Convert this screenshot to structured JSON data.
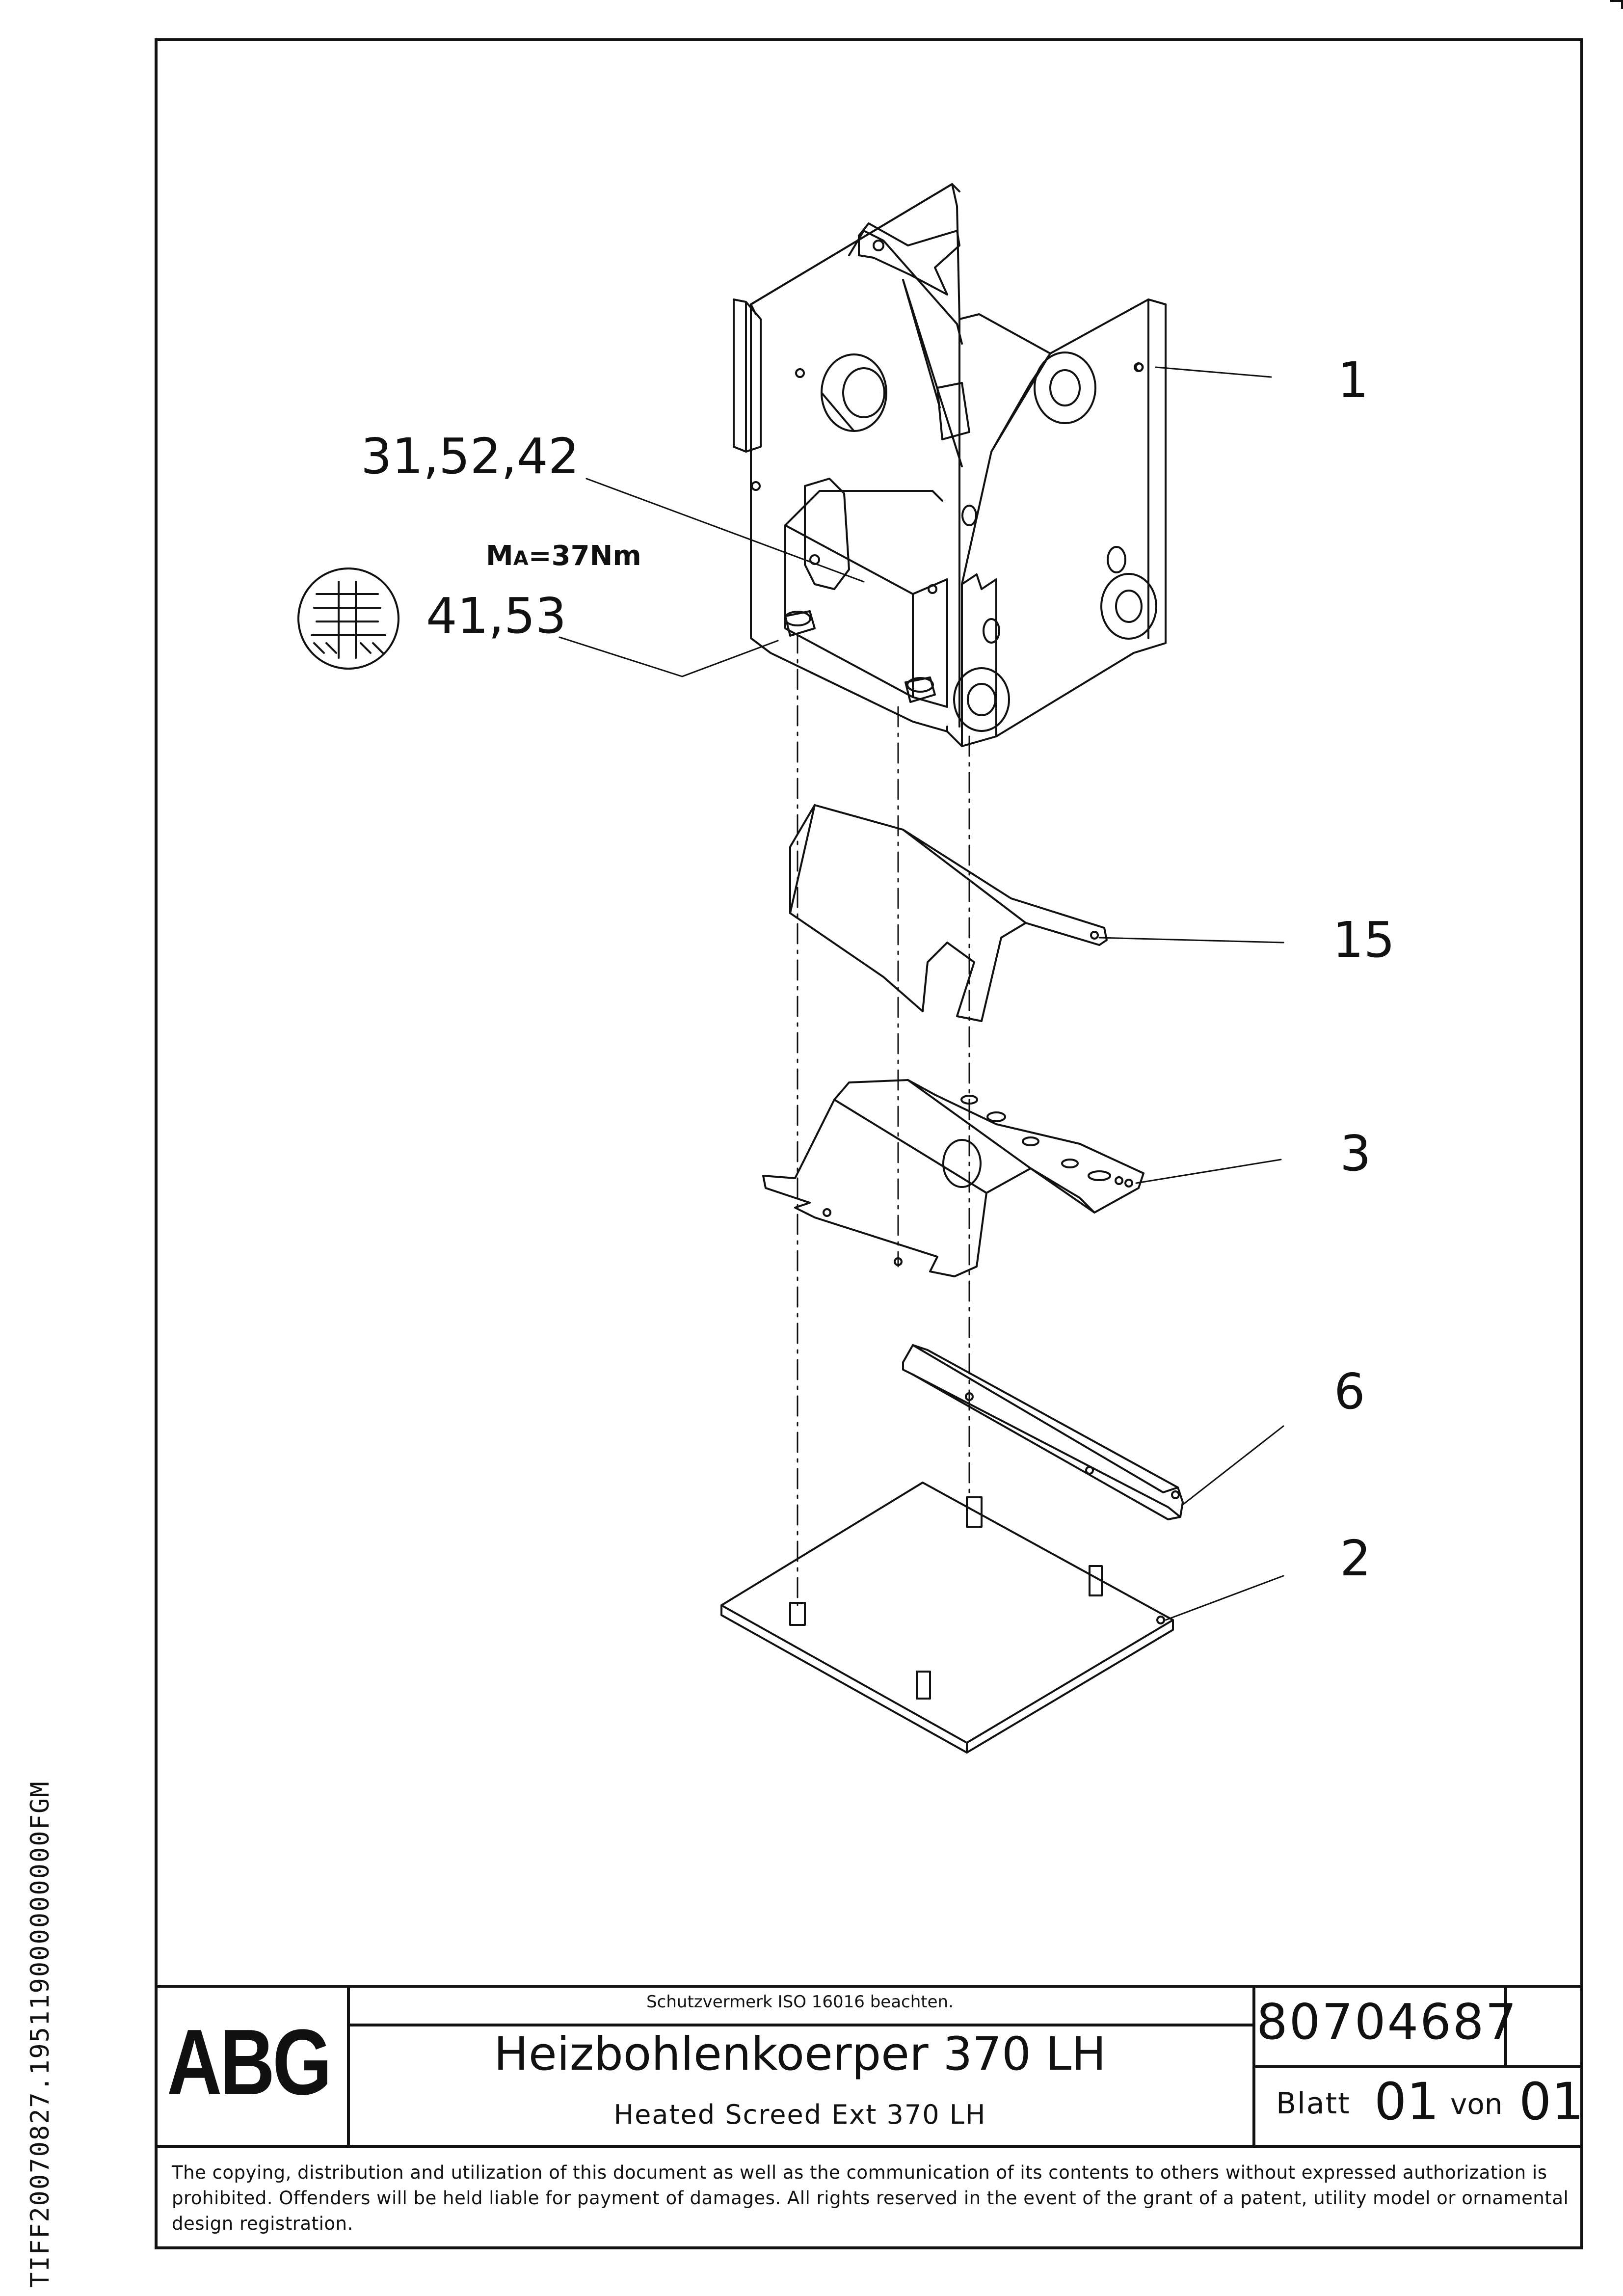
{
  "side_code": "TIFF20070827.195119000000000FGM",
  "callouts": {
    "c1": "1",
    "c2": "31,52,42",
    "c3": "41,53",
    "c4": "15",
    "c5": "3",
    "c6": "6",
    "c7": "2"
  },
  "torque": {
    "prefix": "M",
    "sub": "A",
    "value": "=37Nm"
  },
  "title_block": {
    "logo": "ABG",
    "notice": "Schutzvermerk ISO 16016 beachten.",
    "title": "Heizbohlenkoerper 370 LH",
    "subtitle": "Heated Screed Ext 370 LH",
    "document_number": "80704687",
    "sheet_label": "Blatt",
    "sheet_number": "01",
    "of_label": "von",
    "sheet_total": "01"
  },
  "copyright": "The copying, distribution and utilization of this document as well as the communication of its contents to others without expressed authorization is prohibited. Offenders will be held liable for payment of damages. All rights reserved in the event of the grant of a patent, utility model or ornamental design registration."
}
